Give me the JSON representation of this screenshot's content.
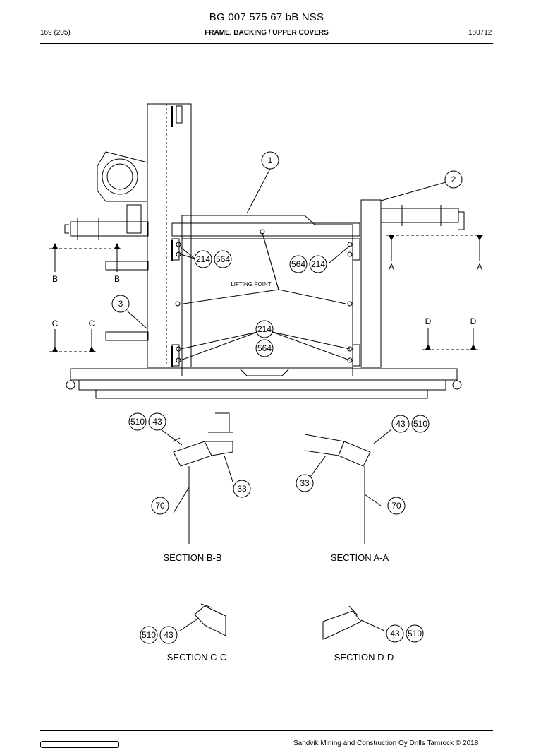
{
  "header": {
    "document_title": "BG 007 575 67 bB NSS",
    "page": "169 (205)",
    "section": "FRAME, BACKING / UPPER COVERS",
    "date_code": "180712"
  },
  "balloons": [
    "1",
    "2",
    "3",
    "214",
    "564",
    "564",
    "214",
    "214",
    "564",
    "510",
    "43",
    "43",
    "510",
    "70",
    "33",
    "33",
    "70",
    "510",
    "43",
    "43",
    "510"
  ],
  "labels": {
    "lifting_point": "LIFTING POINT",
    "sec_a": "A",
    "sec_b": "B",
    "sec_c": "C",
    "sec_d": "D"
  },
  "sections": {
    "bb": "SECTION B-B",
    "aa": "SECTION A-A",
    "cc": "SECTION C-C",
    "dd": "SECTION D-D"
  },
  "footer": {
    "copyright": "Sandvik Mining and Construction Oy Drills Tamrock © 2018"
  }
}
